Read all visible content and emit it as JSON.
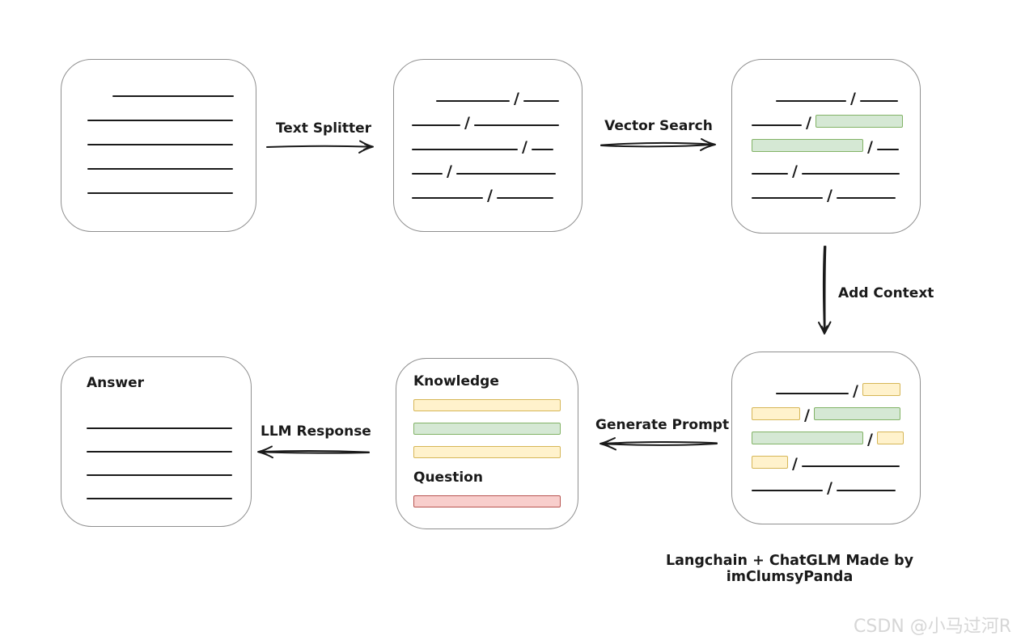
{
  "slash_char": "/",
  "labels": {
    "text_splitter": "Text Splitter",
    "vector_search": "Vector Search",
    "add_context": "Add Context",
    "generate_prompt": "Generate Prompt",
    "llm_response": "LLM Response"
  },
  "boxes": {
    "document": {
      "rows": [
        {
          "indent": 31,
          "segs": [
            {
              "t": "line",
              "w": 150
            }
          ]
        },
        {
          "segs": [
            {
              "t": "line",
              "w": 180
            }
          ]
        },
        {
          "segs": [
            {
              "t": "line",
              "w": 180
            }
          ]
        },
        {
          "segs": [
            {
              "t": "line",
              "w": 180
            }
          ]
        },
        {
          "segs": [
            {
              "t": "line",
              "w": 180
            }
          ]
        }
      ]
    },
    "chunks": {
      "rows": [
        {
          "indent": 30,
          "segs": [
            {
              "t": "line",
              "w": 91
            },
            {
              "t": "slash"
            },
            {
              "t": "line",
              "w": 44
            }
          ]
        },
        {
          "segs": [
            {
              "t": "line",
              "w": 60
            },
            {
              "t": "slash"
            },
            {
              "t": "line",
              "w": 105
            }
          ]
        },
        {
          "segs": [
            {
              "t": "line",
              "w": 131
            },
            {
              "t": "slash"
            },
            {
              "t": "line",
              "w": 27
            }
          ]
        },
        {
          "segs": [
            {
              "t": "line",
              "w": 38
            },
            {
              "t": "slash"
            },
            {
              "t": "line",
              "w": 123
            }
          ]
        },
        {
          "segs": [
            {
              "t": "line",
              "w": 88
            },
            {
              "t": "slash"
            },
            {
              "t": "line",
              "w": 70
            }
          ]
        }
      ]
    },
    "search_result": {
      "rows": [
        {
          "indent": 30,
          "segs": [
            {
              "t": "line",
              "w": 87
            },
            {
              "t": "slash"
            },
            {
              "t": "line",
              "w": 47
            }
          ]
        },
        {
          "segs": [
            {
              "t": "line",
              "w": 62
            },
            {
              "t": "slash"
            },
            {
              "t": "chip",
              "c": "green",
              "w": 108
            }
          ]
        },
        {
          "segs": [
            {
              "t": "chip",
              "c": "green",
              "w": 138
            },
            {
              "t": "slash"
            },
            {
              "t": "line",
              "w": 27
            }
          ]
        },
        {
          "segs": [
            {
              "t": "line",
              "w": 45
            },
            {
              "t": "slash"
            },
            {
              "t": "line",
              "w": 121
            }
          ]
        },
        {
          "segs": [
            {
              "t": "line",
              "w": 88
            },
            {
              "t": "slash"
            },
            {
              "t": "line",
              "w": 73
            }
          ]
        }
      ]
    },
    "context_result": {
      "rows": [
        {
          "indent": 30,
          "segs": [
            {
              "t": "line",
              "w": 90
            },
            {
              "t": "slash"
            },
            {
              "t": "chip",
              "c": "yellow",
              "w": 47
            }
          ]
        },
        {
          "segs": [
            {
              "t": "chip",
              "c": "yellow",
              "w": 60
            },
            {
              "t": "slash"
            },
            {
              "t": "chip",
              "c": "green",
              "w": 107
            }
          ]
        },
        {
          "segs": [
            {
              "t": "chip",
              "c": "green",
              "w": 138
            },
            {
              "t": "slash"
            },
            {
              "t": "chip",
              "c": "yellow",
              "w": 33
            }
          ]
        },
        {
          "segs": [
            {
              "t": "chip",
              "c": "yellow",
              "w": 45
            },
            {
              "t": "slash"
            },
            {
              "t": "line",
              "w": 121
            }
          ]
        },
        {
          "segs": [
            {
              "t": "line",
              "w": 88
            },
            {
              "t": "slash"
            },
            {
              "t": "line",
              "w": 73
            }
          ]
        }
      ]
    },
    "prompt": {
      "knowledge_label": "Knowledge",
      "question_label": "Question",
      "knowledge_bars": [
        "yellow",
        "green",
        "yellow"
      ],
      "question_bars": [
        "red"
      ]
    },
    "answer": {
      "label": "Answer",
      "line_count": 4,
      "line_width": 180
    }
  },
  "caption": "Langchain + ChatGLM Made by imClumsyPanda",
  "watermark": "CSDN @小马过河R",
  "colors": {
    "line": "#1a1a1a",
    "box_border": "#8f8f8f",
    "green_fill": "#d5e8d4",
    "green_border": "#82b366",
    "yellow_fill": "#fff2cc",
    "yellow_border": "#d6b656",
    "red_fill": "#f8cecc",
    "red_border": "#b85450",
    "watermark_text": "#d6d6d6"
  }
}
